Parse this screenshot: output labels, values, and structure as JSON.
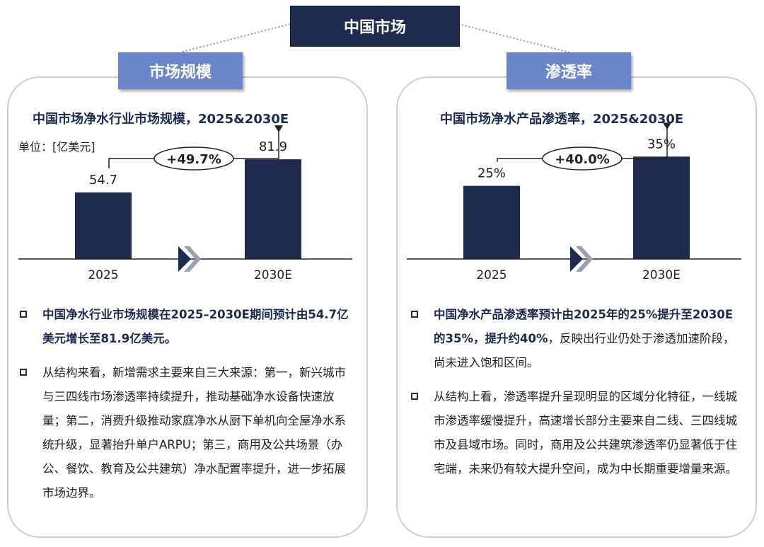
{
  "header": {
    "title": "中国市场"
  },
  "left": {
    "label": "市场规模",
    "unit": "单位：[亿美元]",
    "bullets": [
      {
        "text": "中国净水行业市场规模在2025–2030E期间预计由54.7亿美元增长至81.9亿美元。"
      },
      {
        "text": "从结构来看，新增需求主要来自三大来源：第一，新兴城市与三四线市场渗透率持续提升，推动基础净水设备快速放量；第二，消费升级推动家庭净水从厨下单机向全屋净水系统升级，显著抬升单户ARPU；第三，商用及公共场景（办公、餐饮、教育及公共建筑）净水配置率提升，进一步拓展市场边界。"
      }
    ]
  },
  "right": {
    "label": "渗透率",
    "bullets": [
      {
        "highlight": "中国净水产品渗透率预计由2025年的25%提升至2030E的35%，提升约40%",
        "rest": "，反映出行业仍处于渗透加速阶段，尚未进入饱和区间。"
      },
      {
        "text": "从结构上看，渗透率提升呈现明显的区域分化特征，一线城市渗透率缓慢提升，高速增长部分主要来自二线、三四线城市及县域市场。同时，商用及公共建筑渗透率仍显著低于住宅端，未来仍有较大提升空间，成为中长期重要增量来源。"
      }
    ]
  },
  "chart_data": [
    {
      "type": "bar",
      "title": "中国市场净水行业市场规模，2025&2030E",
      "ylabel": "单位：[亿美元]",
      "categories": [
        "2025",
        "2030E"
      ],
      "values": [
        54.7,
        81.9
      ],
      "value_labels": [
        "54.7",
        "81.9"
      ],
      "growth_label": "+49.7%",
      "ylim": [
        0,
        125
      ],
      "bar_color": "#1e2b4f"
    },
    {
      "type": "bar",
      "title": "中国市场净水产品渗透率，2025&2030E",
      "categories": [
        "2025",
        "2030E"
      ],
      "values": [
        25,
        35
      ],
      "value_labels": [
        "25%",
        "35%"
      ],
      "growth_label": "+40.0%",
      "ylim": [
        0,
        52
      ],
      "bar_color": "#1e2b4f"
    }
  ]
}
